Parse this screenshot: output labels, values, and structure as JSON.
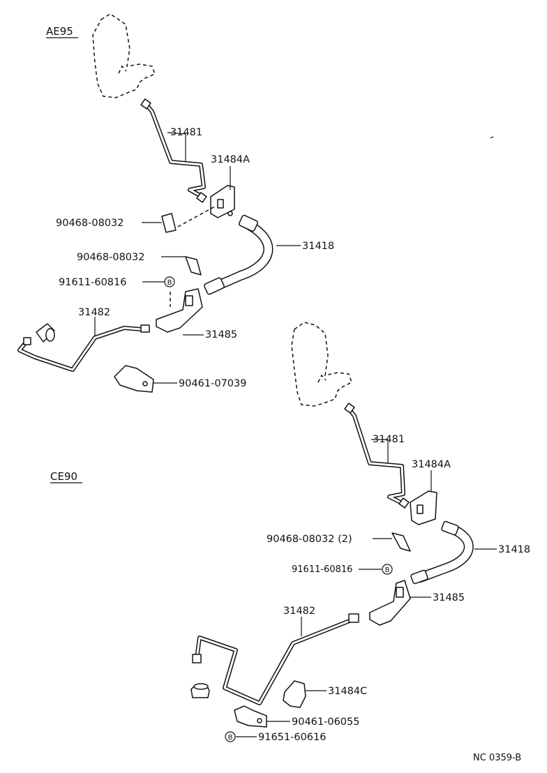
{
  "sections": {
    "top": {
      "title": "AE95"
    },
    "bottom": {
      "title": "CE90"
    }
  },
  "top_labels": {
    "p1": "31481",
    "p2": "31484A",
    "p3": "90468-08032",
    "p4": "31418",
    "p5": "90468-08032",
    "p6": "91611-60816",
    "p7": "31482",
    "p8": "31485",
    "p9": "90461-07039"
  },
  "bottom_labels": {
    "p1": "31481",
    "p2": "31484A",
    "p3": "90468-08032 (2)",
    "p4": "31418",
    "p5": "91611-60816",
    "p6": "31485",
    "p7": "31482",
    "p8": "31484C",
    "p9": "90461-06055",
    "p10": "91651-60616"
  },
  "marker": "B",
  "drawing_code": "NC  0359-B"
}
